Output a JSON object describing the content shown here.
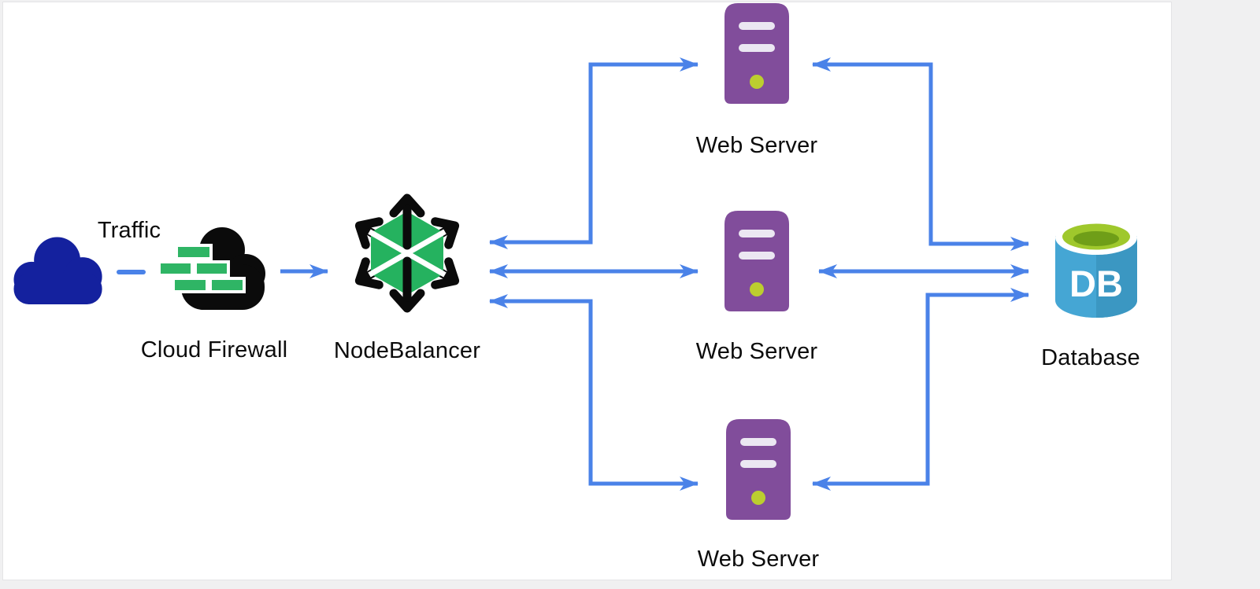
{
  "labels": {
    "traffic": "Traffic",
    "cloud_firewall": "Cloud Firewall",
    "nodebalancer": "NodeBalancer",
    "web_server_top": "Web Server",
    "web_server_middle": "Web Server",
    "web_server_bottom": "Web Server",
    "database": "Database",
    "db_icon_text": "DB"
  },
  "colors": {
    "arrow": "#4a82e8",
    "cloud-navy": "#14219e",
    "ink": "#0b0b0b",
    "brick-green": "#2fb565",
    "nb-green": "#25b25f",
    "srv-purple": "#814d9b",
    "srv-slot": "#ebe7f2",
    "srv-led": "#bcce2f",
    "db-body": "#45a6d4",
    "db-shade": "#3b97c2",
    "db-top": "#9fc82c",
    "db-top-inner": "#6f9e18",
    "label": "#0c0c0c",
    "page-bg": "#f0f0f1",
    "canvas-bg": "#ffffff"
  },
  "edges": [
    {
      "from": "traffic",
      "to": "cloud-firewall",
      "style": "dashed",
      "direction": "none"
    },
    {
      "from": "cloud-firewall",
      "to": "nodebalancer",
      "style": "solid",
      "direction": "forward"
    },
    {
      "from": "nodebalancer",
      "to": "web-server-top",
      "style": "elbow",
      "direction": "both"
    },
    {
      "from": "nodebalancer",
      "to": "web-server-middle",
      "style": "straight",
      "direction": "both"
    },
    {
      "from": "nodebalancer",
      "to": "web-server-bottom",
      "style": "elbow",
      "direction": "both"
    },
    {
      "from": "web-server-top",
      "to": "database",
      "style": "elbow",
      "direction": "both"
    },
    {
      "from": "web-server-middle",
      "to": "database",
      "style": "straight",
      "direction": "both"
    },
    {
      "from": "web-server-bottom",
      "to": "database",
      "style": "elbow",
      "direction": "both"
    }
  ]
}
